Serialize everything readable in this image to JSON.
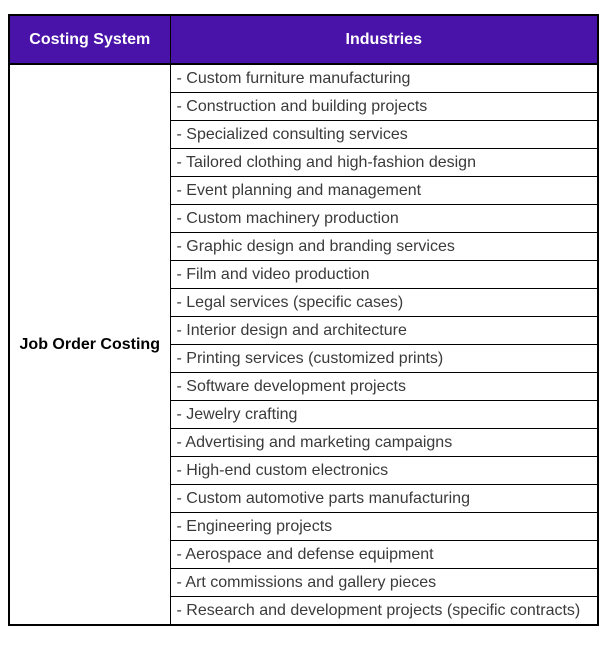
{
  "colors": {
    "header_bg": "#4912A8",
    "header_text": "#FFFFFF",
    "body_text": "#3A3A3A",
    "system_text": "#000000",
    "border": "#000000",
    "page_bg": "#FFFFFF"
  },
  "table": {
    "headers": [
      "Costing System",
      "Industries"
    ],
    "costing_system": "Job Order Costing",
    "industries": [
      "- Custom furniture manufacturing",
      "- Construction and building projects",
      "- Specialized consulting services",
      "- Tailored clothing and high-fashion design",
      "- Event planning and management",
      "- Custom machinery production",
      "- Graphic design and branding services",
      "- Film and video production",
      "- Legal services (specific cases)",
      "- Interior design and architecture",
      "- Printing services (customized prints)",
      "- Software development projects",
      "- Jewelry crafting",
      "- Advertising and marketing campaigns",
      "- High-end custom electronics",
      "- Custom automotive parts manufacturing",
      "- Engineering projects",
      "- Aerospace and defense equipment",
      "- Art commissions and gallery pieces",
      "- Research and development projects (specific contracts)"
    ]
  }
}
